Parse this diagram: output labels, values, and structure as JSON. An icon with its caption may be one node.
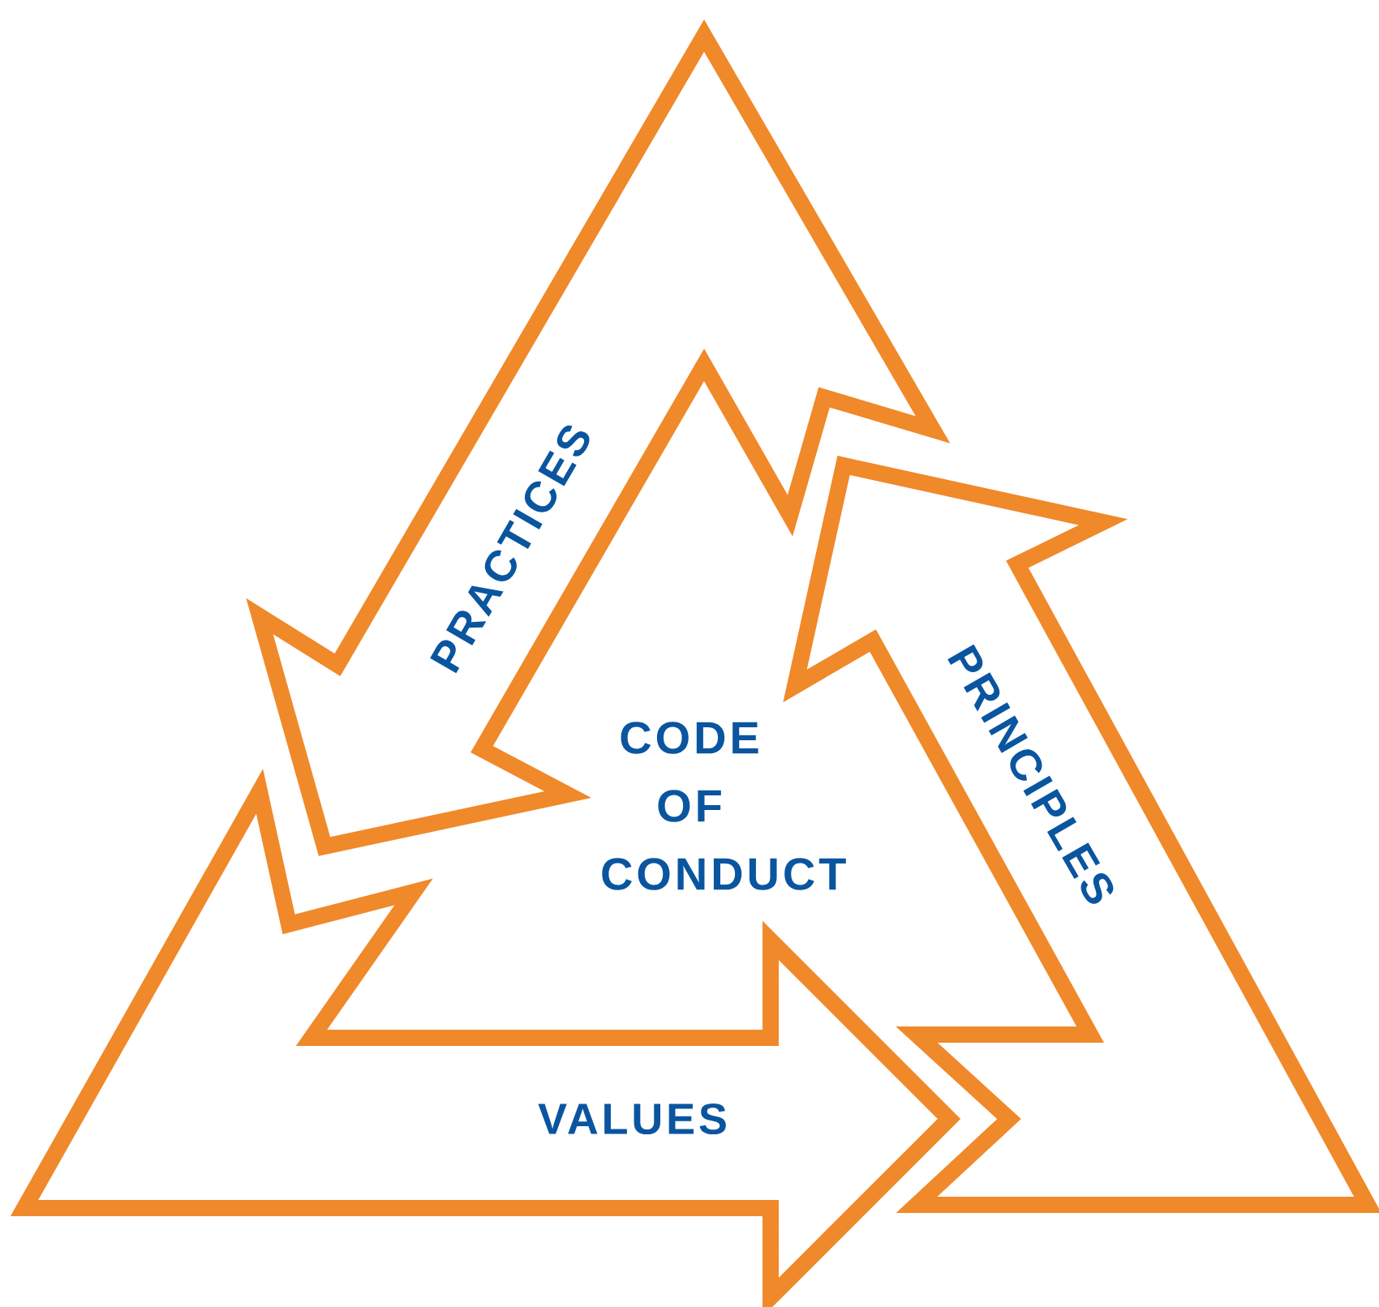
{
  "diagram": {
    "nodes": [
      {
        "text": [
          "PRACTICES"
        ]
      },
      {
        "text": [
          "PRINCIPLES"
        ]
      },
      {
        "text": [
          "VALUES"
        ]
      }
    ],
    "labels": [
      "CODE OF CONDUCT"
    ]
  }
}
